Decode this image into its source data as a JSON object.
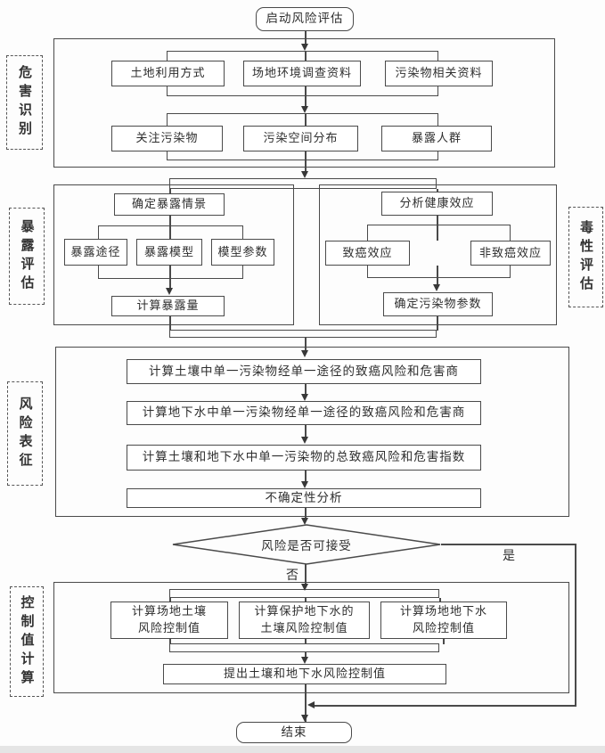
{
  "colors": {
    "line": "#4a4a4a",
    "text": "#2e2e2e",
    "background": "#fdfdfd"
  },
  "flow": {
    "start": "启动风险评估",
    "hazard_identification": {
      "label": "危害识别",
      "row1": [
        "土地利用方式",
        "场地环境调查资料",
        "污染物相关资料"
      ],
      "row2": [
        "关注污染物",
        "污染空间分布",
        "暴露人群"
      ]
    },
    "exposure_assessment": {
      "label": "暴露评估",
      "define_scenario": "确定暴露情景",
      "items": [
        "暴露途径",
        "暴露模型",
        "模型参数"
      ],
      "calc_exposure": "计算暴露量"
    },
    "toxicity_assessment": {
      "label": "毒性评估",
      "analyze_health": "分析健康效应",
      "items": [
        "致癌效应",
        "非致癌效应"
      ],
      "determine_params": "确定污染物参数"
    },
    "risk_characterization": {
      "label": "风险表征",
      "steps": [
        "计算土壤中单一污染物经单一途径的致癌风险和危害商",
        "计算地下水中单一污染物经单一途径的致癌风险和危害商",
        "计算土壤和地下水中单一污染物的总致癌风险和危害指数",
        "不确定性分析"
      ]
    },
    "decision": {
      "question": "风险是否可接受",
      "no": "否",
      "yes": "是"
    },
    "control_value_calculation": {
      "label": "控制值计算",
      "branches": [
        {
          "line1": "计算场地土壤",
          "line2": "风险控制值"
        },
        {
          "line1": "计算保护地下水的",
          "line2": "土壤风险控制值"
        },
        {
          "line1": "计算场地地下水",
          "line2": "风险控制值"
        }
      ],
      "propose": "提出土壤和地下水风险控制值"
    },
    "end": "结束"
  }
}
